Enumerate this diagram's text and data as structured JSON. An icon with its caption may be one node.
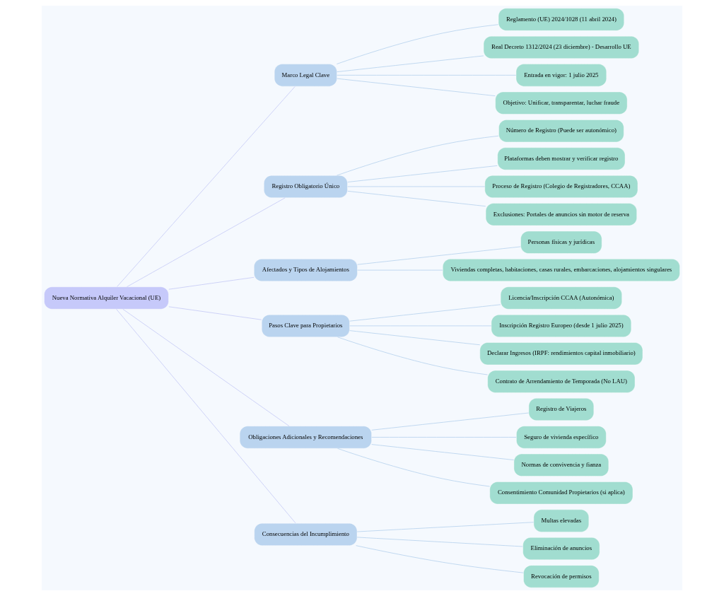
{
  "diagram": {
    "nodes": [
      {
        "text": [
          "Nueva Normativa Alquiler Vacacional (UE)"
        ]
      },
      {
        "text": [
          "Marco Legal Clave"
        ]
      },
      {
        "text": [
          "Reglamento (UE) 2024/1028 (11 abril 2024)"
        ]
      },
      {
        "text": [
          "Real Decreto 1312/2024 (23 diciembre) - Desarrollo UE"
        ]
      },
      {
        "text": [
          "Entrada en vigor: 1 julio 2025"
        ]
      },
      {
        "text": [
          "Objetivo: Unificar, transparentar, luchar fraude"
        ]
      },
      {
        "text": [
          "Registro Obligatorio Único"
        ]
      },
      {
        "text": [
          "Número de Registro (Puede ser autonómico)"
        ]
      },
      {
        "text": [
          "Plataformas deben mostrar y verificar registro"
        ]
      },
      {
        "text": [
          "Proceso de Registro (Colegio de Registradores, CCAA)"
        ]
      },
      {
        "text": [
          "Exclusiones: Portales de anuncios sin motor de reserva"
        ]
      },
      {
        "text": [
          "Afectados y Tipos de Alojamientos"
        ]
      },
      {
        "text": [
          "Personas físicas y jurídicas"
        ]
      },
      {
        "text": [
          "Viviendas completas, habitaciones, casas rurales, embarcaciones, alojamientos singulares"
        ]
      },
      {
        "text": [
          "Pasos Clave para Propietarios"
        ]
      },
      {
        "text": [
          "Licencia/Inscripción CCAA (Autonómica)"
        ]
      },
      {
        "text": [
          "Inscripción Registro Europeo (desde 1 julio 2025)"
        ]
      },
      {
        "text": [
          "Declarar Ingresos (IRPF: rendimientos capital inmobiliario)"
        ]
      },
      {
        "text": [
          "Contrato de Arrendamiento de Temporada (No LAU)"
        ]
      },
      {
        "text": [
          "Obligaciones Adicionales y Recomendaciones"
        ]
      },
      {
        "text": [
          "Registro de Viajeros"
        ]
      },
      {
        "text": [
          "Seguro de vivienda específico"
        ]
      },
      {
        "text": [
          "Normas de convivencia y fianza"
        ]
      },
      {
        "text": [
          "Consentimiento Comunidad Propietarios (si aplica)"
        ]
      },
      {
        "text": [
          "Consecuencias del Incumplimiento"
        ]
      },
      {
        "text": [
          "Multas elevadas"
        ]
      },
      {
        "text": [
          "Eliminación de anuncios"
        ]
      },
      {
        "text": [
          "Revocación de permisos"
        ]
      }
    ],
    "edges": [
      {
        "from": 0,
        "to": 1,
        "arrow": "none",
        "color": "#c8cdf6"
      },
      {
        "from": 0,
        "to": 6,
        "arrow": "none",
        "color": "#c8cdf6"
      },
      {
        "from": 0,
        "to": 11,
        "arrow": "none",
        "color": "#c8cdf6"
      },
      {
        "from": 0,
        "to": 14,
        "arrow": "none",
        "color": "#c8cdf6"
      },
      {
        "from": 0,
        "to": 19,
        "arrow": "none",
        "color": "#c8cdf6"
      },
      {
        "from": 0,
        "to": 24,
        "arrow": "none",
        "color": "#c8cdf6"
      },
      {
        "from": 1,
        "to": 2,
        "arrow": "none"
      },
      {
        "from": 1,
        "to": 3,
        "arrow": "none"
      },
      {
        "from": 1,
        "to": 4,
        "arrow": "none"
      },
      {
        "from": 1,
        "to": 5,
        "arrow": "none"
      },
      {
        "from": 6,
        "to": 7,
        "arrow": "none"
      },
      {
        "from": 6,
        "to": 8,
        "arrow": "none"
      },
      {
        "from": 6,
        "to": 9,
        "arrow": "none"
      },
      {
        "from": 6,
        "to": 10,
        "arrow": "none"
      },
      {
        "from": 11,
        "to": 12,
        "arrow": "none"
      },
      {
        "from": 11,
        "to": 13,
        "arrow": "none"
      },
      {
        "from": 14,
        "to": 15,
        "arrow": "none"
      },
      {
        "from": 14,
        "to": 16,
        "arrow": "none"
      },
      {
        "from": 14,
        "to": 17,
        "arrow": "none"
      },
      {
        "from": 14,
        "to": 18,
        "arrow": "none"
      },
      {
        "from": 19,
        "to": 20,
        "arrow": "none"
      },
      {
        "from": 19,
        "to": 21,
        "arrow": "none"
      },
      {
        "from": 19,
        "to": 22,
        "arrow": "none"
      },
      {
        "from": 19,
        "to": 23,
        "arrow": "none"
      },
      {
        "from": 24,
        "to": 25,
        "arrow": "none"
      },
      {
        "from": 24,
        "to": 26,
        "arrow": "none"
      },
      {
        "from": 24,
        "to": 27,
        "arrow": "none"
      }
    ]
  }
}
